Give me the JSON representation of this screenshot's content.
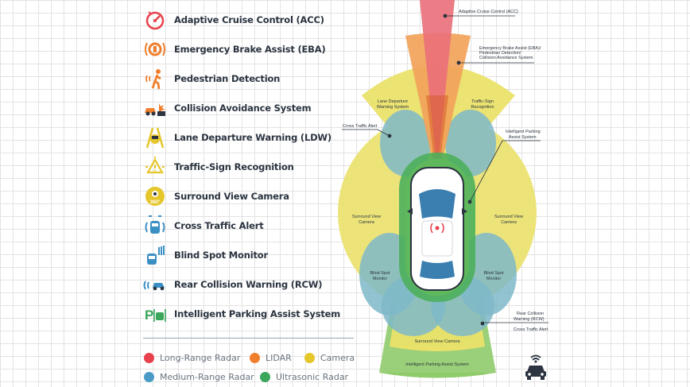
{
  "features": [
    {
      "label": "Adaptive Cruise Control (ACC)",
      "icon": "speedometer-icon",
      "color": "#e8414b"
    },
    {
      "label": "Emergency Brake Assist (EBA)",
      "icon": "brake-icon",
      "color": "#f07f2d"
    },
    {
      "label": "Pedestrian Detection",
      "icon": "pedestrian-icon",
      "color": "#f07f2d"
    },
    {
      "label": "Collision Avoidance System",
      "icon": "collision-car-icon",
      "color": "#f07f2d"
    },
    {
      "label": "Lane Departure Warning (LDW)",
      "icon": "lane-departure-icon",
      "color": "#e5c62b"
    },
    {
      "label": "Traffic-Sign Recognition",
      "icon": "warning-sign-icon",
      "color": "#e5c62b"
    },
    {
      "label": "Surround View Camera",
      "icon": "camera-360-icon",
      "color": "#e5c62b"
    },
    {
      "label": "Cross Traffic Alert",
      "icon": "cross-traffic-icon",
      "color": "#3a8fc4"
    },
    {
      "label": "Blind Spot Monitor",
      "icon": "blind-spot-icon",
      "color": "#3a8fc4"
    },
    {
      "label": "Rear Collision Warning (RCW)",
      "icon": "rear-collision-icon",
      "color": "#3a8fc4"
    },
    {
      "label": "Intelligent Parking Assist System",
      "icon": "parking-assist-icon",
      "color": "#3aa65a"
    }
  ],
  "legend": [
    {
      "label": "Long-Range Radar",
      "color": "#e8414b"
    },
    {
      "label": "LIDAR",
      "color": "#f07f2d"
    },
    {
      "label": "Camera",
      "color": "#e5c62b"
    },
    {
      "label": "Medium-Range Radar",
      "color": "#4a9cc7"
    },
    {
      "label": "Ultrasonic Radar",
      "color": "#3aa65a"
    }
  ],
  "callouts": {
    "acc": "Adaptive Cruise Control (ACC)",
    "eba_1": "Emergency Brake Assist (EBA)/",
    "eba_2": "Pedestrian Detection/",
    "eba_3": "Collision Avoidance System",
    "ldw_1": "Lane Departure",
    "ldw_2": "Warning System",
    "tsr_1": "Traffic-Sign",
    "tsr_2": "Recognition",
    "cta_front": "Cross Traffic Alert",
    "ipa_1": "Intelligent Parking",
    "ipa_2": "Assist System",
    "svc_left_1": "Surround View",
    "svc_left_2": "Camera",
    "svc_right_1": "Surround View",
    "svc_right_2": "Camera",
    "bsm_left_1": "Blind Spot",
    "bsm_left_2": "Monitor",
    "bsm_right_1": "Blind Spot",
    "bsm_right_2": "Monitor",
    "rcw_1": "Rear Collision",
    "rcw_2": "Warning (RCW)",
    "cta_rear": "Cross Traffic Alert",
    "svc_rear": "Surround View Camera",
    "ipa_rear": "Intelligent Parking Assist System"
  }
}
